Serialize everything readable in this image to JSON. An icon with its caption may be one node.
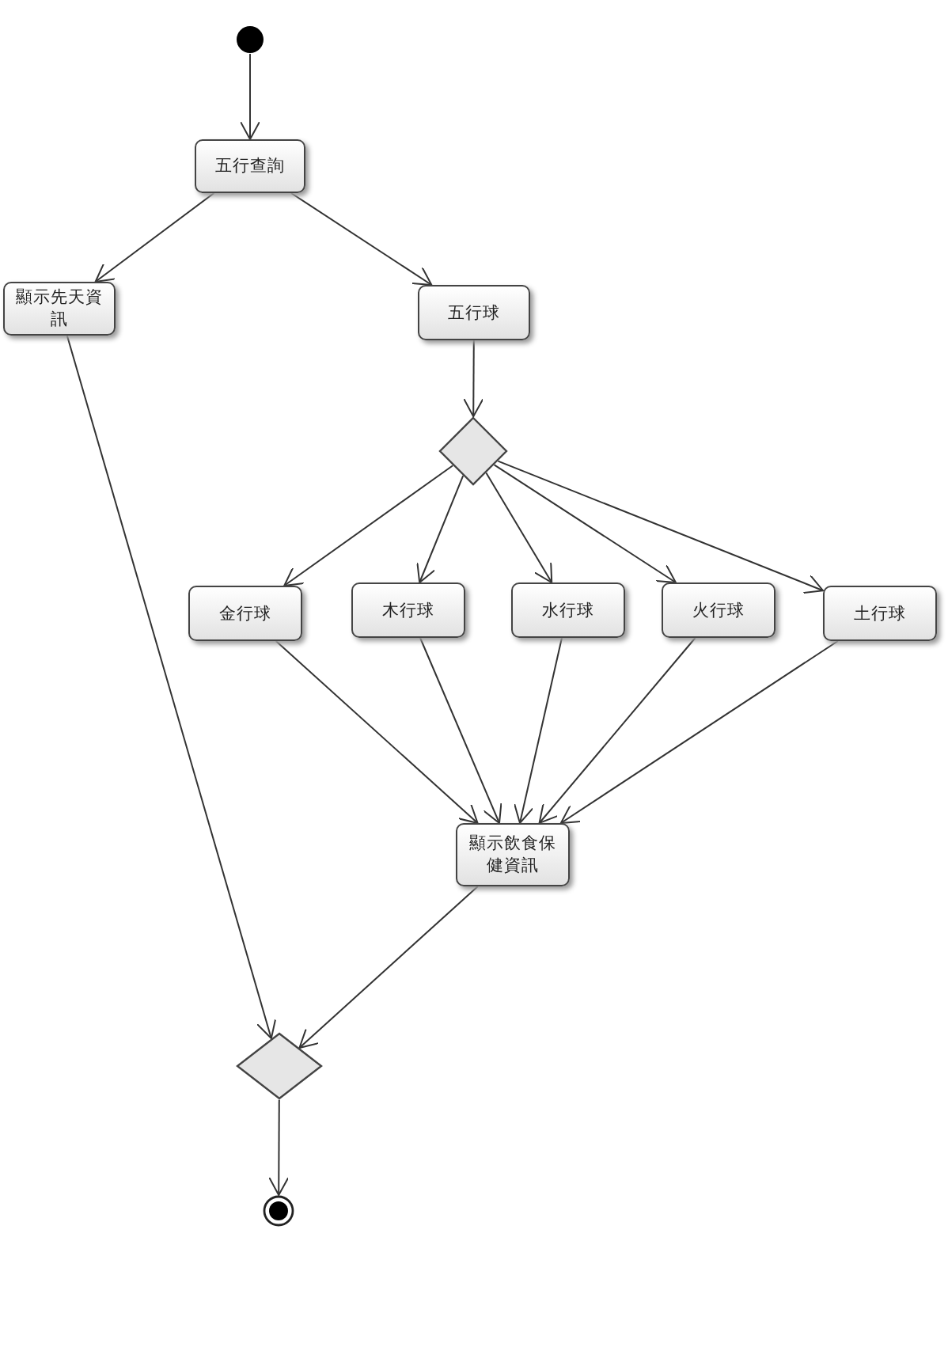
{
  "diagram": {
    "nodes": [
      {
        "text": [],
        "shape": "circle"
      },
      {
        "text": [
          "五行查詢"
        ]
      },
      {
        "text": [
          "顯示先天資訊"
        ]
      },
      {
        "text": [
          "五行球"
        ]
      },
      {
        "text": [],
        "shape": "diamond"
      },
      {
        "text": [
          "金行球"
        ]
      },
      {
        "text": [
          "木行球"
        ]
      },
      {
        "text": [
          "水行球"
        ]
      },
      {
        "text": [
          "火行球"
        ]
      },
      {
        "text": [
          "土行球"
        ]
      },
      {
        "text": [
          "顯示飲食保健資訊"
        ]
      },
      {
        "text": [],
        "shape": "diamond"
      },
      {
        "text": [],
        "shape": "circle"
      }
    ],
    "edges": [
      {
        "from": 0,
        "to": 1,
        "arrow": "to"
      },
      {
        "from": 1,
        "to": 2,
        "arrow": "to"
      },
      {
        "from": 1,
        "to": 3,
        "arrow": "to"
      },
      {
        "from": 3,
        "to": 4,
        "arrow": "to"
      },
      {
        "from": 4,
        "to": 5,
        "arrow": "to"
      },
      {
        "from": 4,
        "to": 6,
        "arrow": "to"
      },
      {
        "from": 4,
        "to": 7,
        "arrow": "to"
      },
      {
        "from": 4,
        "to": 8,
        "arrow": "to"
      },
      {
        "from": 4,
        "to": 9,
        "arrow": "to"
      },
      {
        "from": 5,
        "to": 10,
        "arrow": "to"
      },
      {
        "from": 6,
        "to": 10,
        "arrow": "to"
      },
      {
        "from": 7,
        "to": 10,
        "arrow": "to"
      },
      {
        "from": 8,
        "to": 10,
        "arrow": "to"
      },
      {
        "from": 9,
        "to": 10,
        "arrow": "to"
      },
      {
        "from": 2,
        "to": 11,
        "arrow": "to"
      },
      {
        "from": 10,
        "to": 11,
        "arrow": "to"
      },
      {
        "from": 11,
        "to": 12,
        "arrow": "to"
      }
    ]
  }
}
